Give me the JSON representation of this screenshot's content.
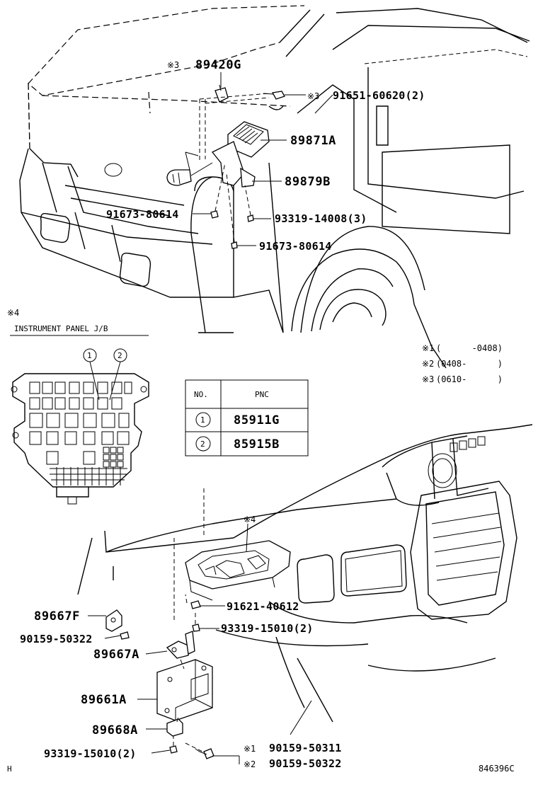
{
  "labels": {
    "lbl_89420g_mark": "※3",
    "lbl_89420g": "89420G",
    "lbl_91651_mark": "※3",
    "lbl_91651": "91651-60620(2)",
    "lbl_89871a": "89871A",
    "lbl_89879b": "89879B",
    "lbl_91673a": "91673-80614",
    "lbl_93319_14008": "93319-14008(3)",
    "lbl_91673b": "91673-80614",
    "lbl_89667f": "89667F",
    "lbl_90159_50322a": "90159-50322",
    "lbl_91621": "91621-40612",
    "lbl_93319_15010a": "93319-15010(2)",
    "lbl_89667a": "89667A",
    "lbl_89661a": "89661A",
    "lbl_89668a": "89668A",
    "lbl_93319_15010b": "93319-15010(2)",
    "lbl_90159_50311_mark": "※1",
    "lbl_90159_50311": "90159-50311",
    "lbl_90159_50322b_mark": "※2",
    "lbl_90159_50322b": "90159-50322",
    "lbl_jb_mark": "※4",
    "lbl_jb_title": "INSTRUMENT PANEL J/B",
    "lbl_dash_mark": "※4",
    "lbl_circle1": "1",
    "lbl_circle2": "2"
  },
  "legend": [
    {
      "mark": "※1",
      "range": "(      -0408)"
    },
    {
      "mark": "※2",
      "range": "(0408-      )"
    },
    {
      "mark": "※3",
      "range": "(0610-      )"
    }
  ],
  "table": {
    "headers": [
      "NO.",
      "PNC"
    ],
    "rows": [
      {
        "no": "1",
        "pnc": "85911G"
      },
      {
        "no": "2",
        "pnc": "85915B"
      }
    ]
  },
  "footer": {
    "left": "H",
    "right": "846396C"
  }
}
